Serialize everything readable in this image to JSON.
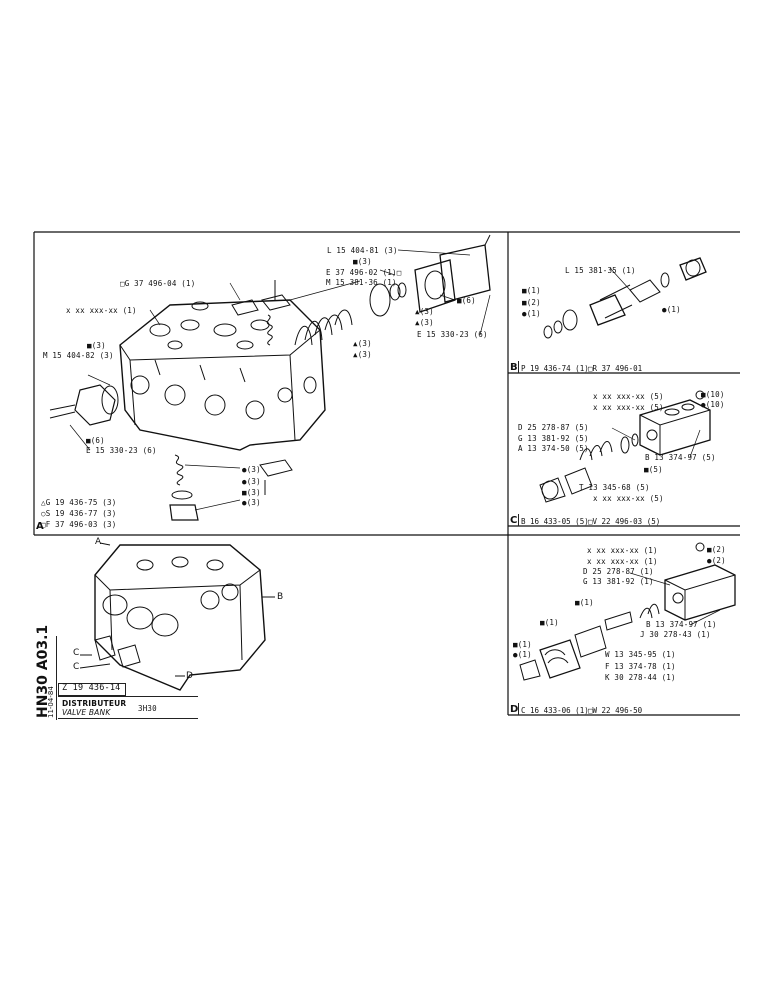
{
  "section_a": {
    "letter": "A",
    "callouts": {
      "l1540481": "L 15 404-81 (3)",
      "sq3_top": "■(3)",
      "e3749602": "E 37 496-02 (1)□",
      "m1538136": "M 15 381-36 (1)",
      "g3749604": "□G 37 496-04 (1)",
      "xx_left": "x xx xxx-xx (1)",
      "sq3_left": "■(3)",
      "m1540482": "M 15 404-82 (3)",
      "sq6_left": "■(6)",
      "e1533023_left": "E 15 330-23 (6)",
      "sq6_right": "■(6)",
      "tri3_a": "▲(3)",
      "tri3_b": "▲(3)",
      "e1533023_right": "E 15 330-23 (6)",
      "tri3_c": "▲(3)",
      "tri3_d": "▲(3)",
      "circ3_a": "●(3)",
      "circ3_b": "●(3)",
      "sq3_mid": "■(3)",
      "circ3_c": "●(3)"
    },
    "legend": [
      "△G 19 436-75 (3)",
      "○S 19 436-77 (3)",
      "□F 37 496-03 (3)"
    ]
  },
  "section_b": {
    "letter": "B",
    "callouts": {
      "l1538135": "L 15 381-35 (1)",
      "sq1": "■(1)",
      "sq2": "■(2)",
      "circ1": "●(1)",
      "circ1_right": "●(1)"
    },
    "refs": [
      "P 19 436-74 (1)",
      "□R 37 496-01"
    ]
  },
  "section_c": {
    "letter": "C",
    "callouts": {
      "xx5_a": "x xx xxx-xx (5)",
      "xx5_b": "x xx xxx-xx (5)",
      "sq10_a": "■(10)",
      "circ10": "●(10)",
      "d2527887": "D 25 278-87 (5)",
      "g1338192": "G 13 381-92 (5)",
      "a1337450": "A 13 374-50 (5)",
      "b1337497": "B 13 374-97 (5)",
      "sq5": "■(5)",
      "t1334568": "T 13 345-68 (5)",
      "xx5_c": "x xx xxx-xx (5)"
    },
    "refs": [
      "B 16 433-05 (5)",
      "□V 22 496-03 (5)"
    ]
  },
  "section_d": {
    "letter": "D",
    "callouts": {
      "xx1_a": "x xx xxx-xx (1)",
      "xx1_b": "x xx xxx-xx (1)",
      "d2527887": "D 25 278-87 (1)",
      "g1338192": "G 13 381-92 (1)",
      "sq2": "■(2)",
      "circ2": "●(2)",
      "sq1_a": "■(1)",
      "sq1_b": "■(1)",
      "b1337497": "B 13 374-97 (1)",
      "j3027843": "J 30 278-43 (1)",
      "sq1_c": "■(1)",
      "circ1": "●(1)",
      "w1334595": "W 13 345-95 (1)",
      "f1337478": "F 13 374-78 (1)",
      "k3027844": "K 30 278-44 (1)"
    },
    "refs": [
      "C 16 433-06 (1)",
      "□W 22 496-50"
    ]
  },
  "assembly": {
    "labels": [
      "A",
      "B",
      "C",
      "C",
      "D"
    ]
  },
  "title_block": {
    "ref_code": "Z 19 436-14",
    "title_fr": "DISTRIBUTEUR",
    "title_en": "VALVE BANK",
    "model": "3H30",
    "side_code": "HN30 A03.1",
    "date": "11-04-84"
  }
}
